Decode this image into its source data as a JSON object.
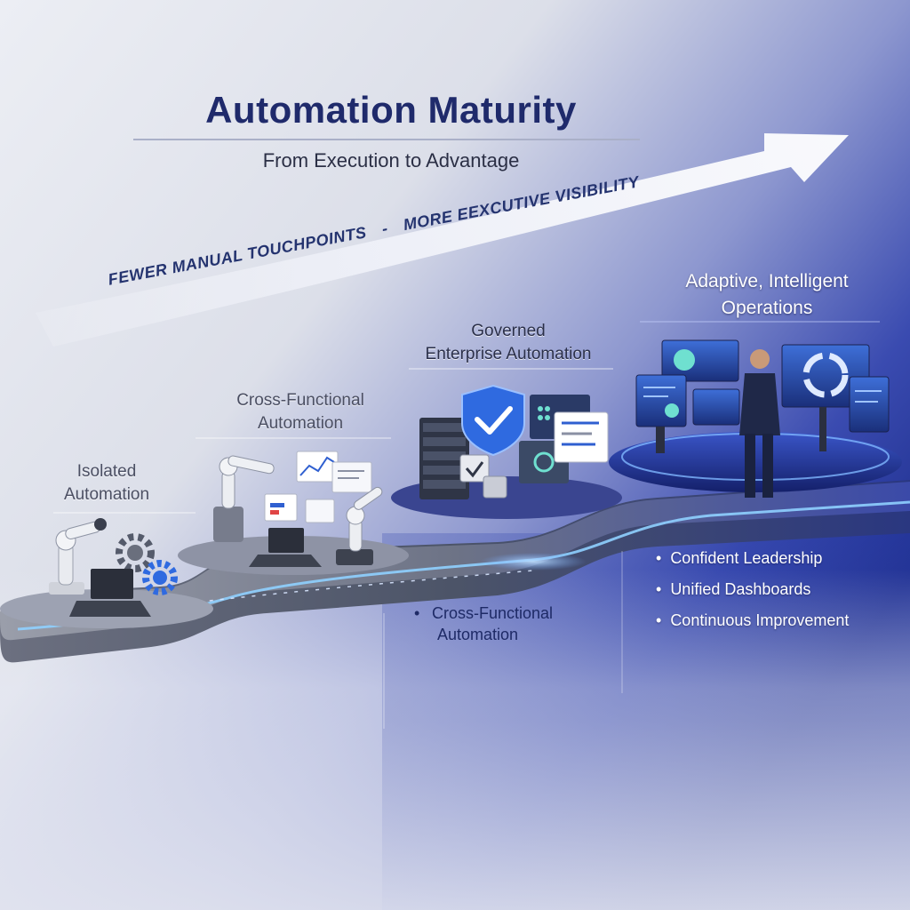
{
  "title": "Automation Maturity",
  "subtitle": "From Execution to Advantage",
  "banner": {
    "left": "FEWER MANUAL TOUCHPOINTS",
    "separator": "-",
    "right": "MORE EEXCUTIVE VISIBILITY"
  },
  "stages": [
    {
      "line1": "Isolated",
      "line2": "Automation"
    },
    {
      "line1": "Cross-Functional",
      "line2": "Automation"
    },
    {
      "line1": "Governed",
      "line2": "Enterprise Automation"
    },
    {
      "line1": "Adaptive, Intelligent",
      "line2": "Operations"
    }
  ],
  "middle_bullet": {
    "line1": "Cross-Functional",
    "line2": "Automation"
  },
  "outcomes": [
    "Confident Leadership",
    "Unified Dashboards",
    "Continuous Improvement"
  ],
  "colors": {
    "title": "#1f2a6b",
    "accent": "#2f4fd6",
    "glow": "#6fa8ff"
  }
}
